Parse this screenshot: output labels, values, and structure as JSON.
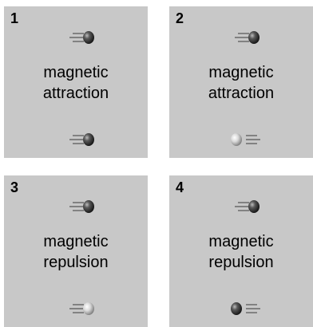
{
  "panels": [
    {
      "number": "1",
      "line1": "magnetic",
      "line2": "attraction",
      "top_ball": {
        "shade": "dark",
        "motion_lines": "left"
      },
      "bottom_ball": {
        "shade": "dark",
        "motion_lines": "left"
      }
    },
    {
      "number": "2",
      "line1": "magnetic",
      "line2": "attraction",
      "top_ball": {
        "shade": "dark",
        "motion_lines": "left"
      },
      "bottom_ball": {
        "shade": "light",
        "motion_lines": "right"
      }
    },
    {
      "number": "3",
      "line1": "magnetic",
      "line2": "repulsion",
      "top_ball": {
        "shade": "dark",
        "motion_lines": "left"
      },
      "bottom_ball": {
        "shade": "light",
        "motion_lines": "left"
      }
    },
    {
      "number": "4",
      "line1": "magnetic",
      "line2": "repulsion",
      "top_ball": {
        "shade": "dark",
        "motion_lines": "left"
      },
      "bottom_ball": {
        "shade": "dark",
        "motion_lines": "right"
      }
    }
  ],
  "colors": {
    "panel_bg": "#c8c8c8",
    "dark_ball": "#2a2a2a",
    "light_ball": "#d8d8d8",
    "text": "#000000"
  }
}
